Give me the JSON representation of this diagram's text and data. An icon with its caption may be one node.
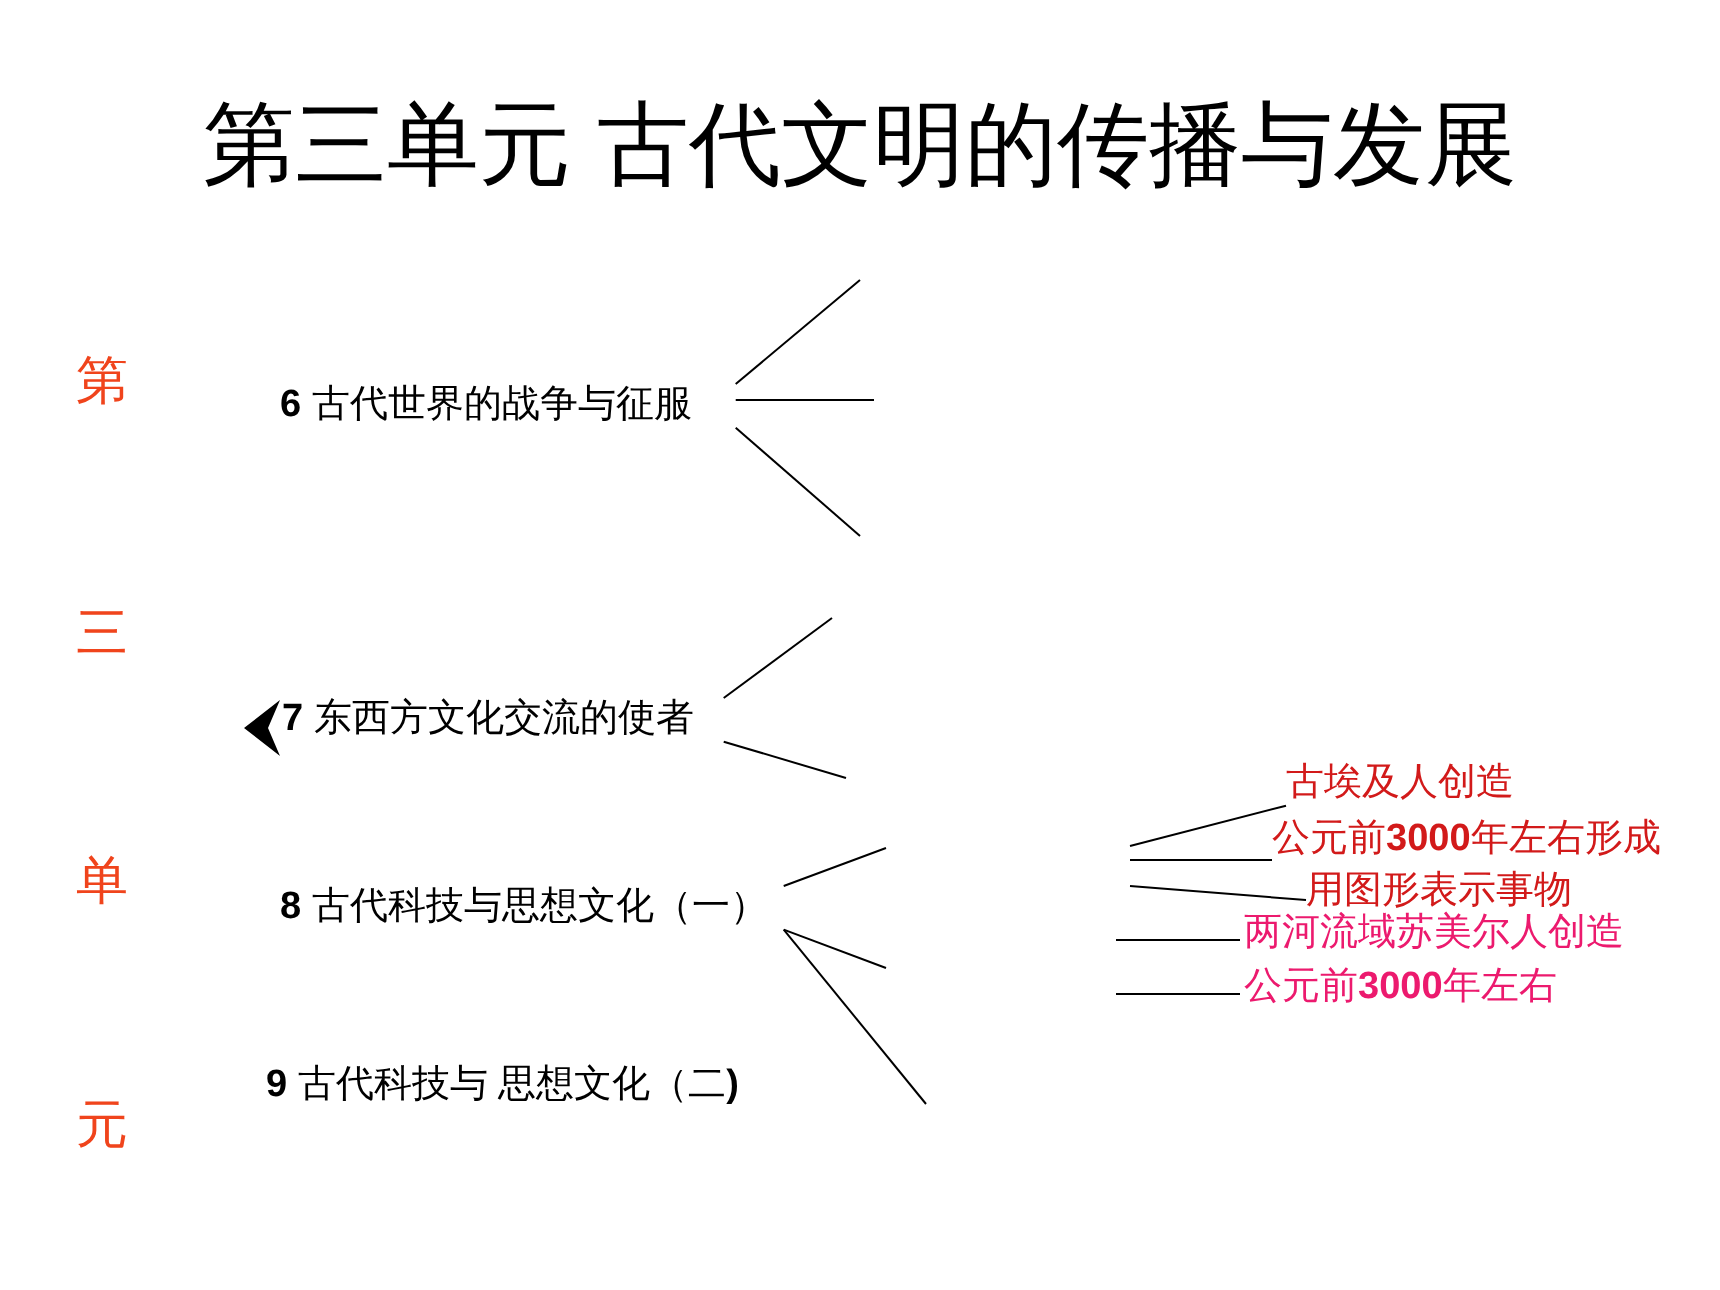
{
  "diagram": {
    "title": "第三单元 古代文明的传播与发展",
    "nodes": [
      {
        "text": [
          "**6** 古代世界的战争与征服"
        ]
      },
      {
        "text": [
          "**7** 东西方文化交流的使者"
        ]
      },
      {
        "text": [
          "**8** 古代科技与思想文化（一）"
        ]
      },
      {
        "text": [
          "**9** 古代科技与 思想文化（二**)**"
        ]
      },
      {
        "text": [
          "古埃及人创造"
        ]
      },
      {
        "text": [
          "公元前**3000**年左右形成"
        ]
      },
      {
        "text": [
          "用图形表示事物"
        ]
      },
      {
        "text": [
          "两河流域苏美尔人创造"
        ]
      },
      {
        "text": [
          "公元前**3000**年左右"
        ]
      }
    ],
    "edges": [
      {
        "from": 0,
        "to": null,
        "arrow": "none"
      },
      {
        "from": 0,
        "to": null,
        "arrow": "none"
      },
      {
        "from": 0,
        "to": null,
        "arrow": "none"
      },
      {
        "from": 1,
        "to": null,
        "arrow": "none"
      },
      {
        "from": 1,
        "to": null,
        "arrow": "none"
      },
      {
        "from": 2,
        "to": null,
        "arrow": "none"
      },
      {
        "from": 2,
        "to": null,
        "arrow": "none"
      },
      {
        "from": 2,
        "to": null,
        "arrow": "none"
      },
      {
        "from": null,
        "to": 4,
        "arrow": "none"
      },
      {
        "from": null,
        "to": 5,
        "arrow": "none"
      },
      {
        "from": null,
        "to": 6,
        "arrow": "none"
      },
      {
        "from": null,
        "to": 7,
        "arrow": "none"
      },
      {
        "from": null,
        "to": 8,
        "arrow": "none"
      }
    ],
    "labels": [
      "第",
      "三",
      "单",
      "元"
    ]
  }
}
